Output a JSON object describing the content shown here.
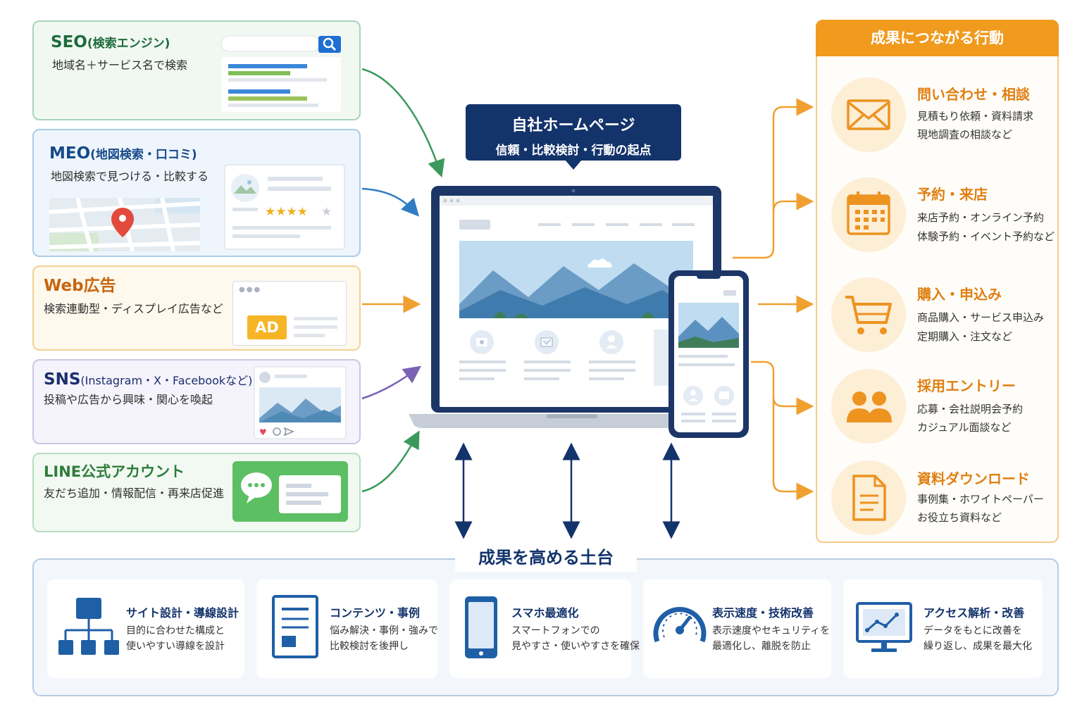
{
  "channels": {
    "seo": {
      "title": "SEO",
      "title_suffix": "(検索エンジン)",
      "desc": "地域名＋サービス名で検索"
    },
    "meo": {
      "title": "MEO",
      "title_suffix": "(地図検索・口コミ)",
      "desc": "地図検索で見つける・比較する",
      "rating_stars": 4,
      "max_stars": 5
    },
    "ads": {
      "title": "Web広告",
      "desc": "検索連動型・ディスプレイ広告など",
      "badge": "AD"
    },
    "sns": {
      "title": "SNS",
      "title_suffix": "(Instagram・X・Facebookなど)",
      "desc": "投稿や広告から興味・関心を喚起"
    },
    "line": {
      "title": "LINE公式アカウント",
      "desc": "友だち追加・情報配信・再来店促進"
    }
  },
  "hub": {
    "title": "自社ホームページ",
    "subtitle": "信頼・比較検討・行動の起点"
  },
  "outcomes": {
    "header": "成果につながる行動",
    "items": [
      {
        "title": "問い合わせ・相談",
        "line1": "見積もり依頼・資料請求",
        "line2": "現地調査の相談など",
        "icon": "envelope-icon"
      },
      {
        "title": "予約・来店",
        "line1": "来店予約・オンライン予約",
        "line2": "体験予約・イベント予約など",
        "icon": "calendar-icon"
      },
      {
        "title": "購入・申込み",
        "line1": "商品購入・サービス申込み",
        "line2": "定期購入・注文など",
        "icon": "cart-icon"
      },
      {
        "title": "採用エントリー",
        "line1": "応募・会社説明会予約",
        "line2": "カジュアル面談など",
        "icon": "people-icon"
      },
      {
        "title": "資料ダウンロード",
        "line1": "事例集・ホワイトペーパー",
        "line2": "お役立ち資料など",
        "icon": "document-icon"
      }
    ]
  },
  "foundation": {
    "title": "成果を高める土台",
    "items": [
      {
        "title": "サイト設計・導線設計",
        "line1": "目的に合わせた構成と",
        "line2": "使いやすい導線を設計",
        "icon": "sitemap-icon"
      },
      {
        "title": "コンテンツ・事例",
        "line1": "悩み解決・事例・強みで",
        "line2": "比較検討を後押し",
        "icon": "content-document-icon"
      },
      {
        "title": "スマホ最適化",
        "line1": "スマートフォンでの",
        "line2": "見やすさ・使いやすさを確保",
        "icon": "smartphone-icon"
      },
      {
        "title": "表示速度・技術改善",
        "line1": "表示速度やセキュリティを",
        "line2": "最適化し、離脱を防止",
        "icon": "speedometer-icon"
      },
      {
        "title": "アクセス解析・改善",
        "line1": "データをもとに改善を",
        "line2": "繰り返し、成果を最大化",
        "icon": "analytics-monitor-icon"
      }
    ]
  },
  "colors": {
    "navy": "#13336b",
    "orange": "#f09a1e",
    "seo_green": "#1e6b3c",
    "meo_blue": "#164a8a",
    "ads_orange": "#c8650e",
    "sns_navy": "#1b2f6e",
    "line_green": "#2e7d3a"
  }
}
